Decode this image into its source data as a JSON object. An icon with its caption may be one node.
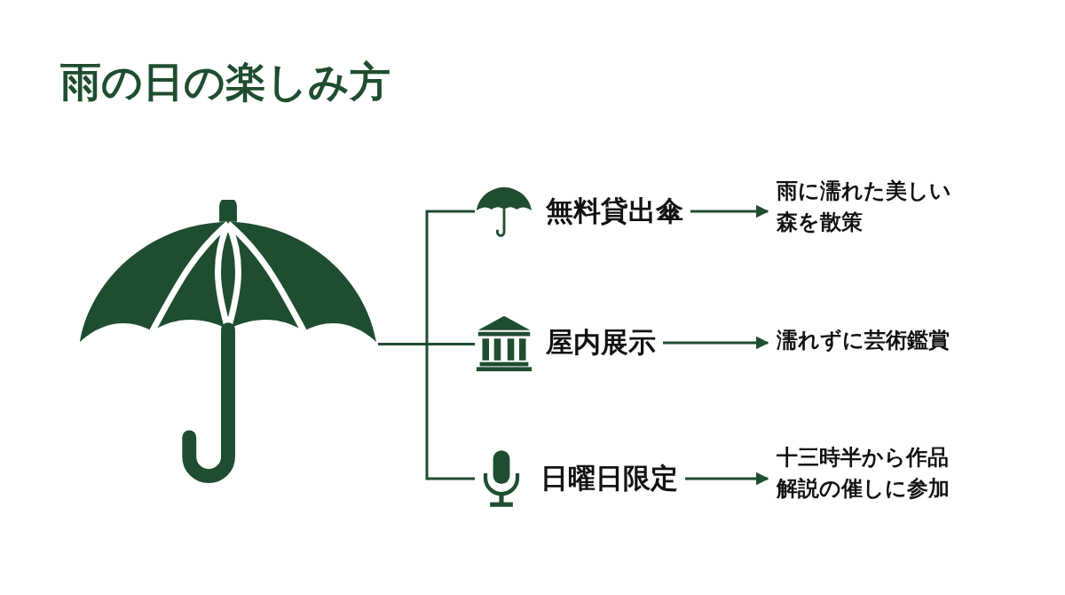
{
  "diagram": {
    "title": "雨の日の楽しみ方",
    "nodes": [
      {
        "text": [],
        "shape": "picture"
      },
      {
        "text": [
          "無料貸出傘"
        ]
      },
      {
        "text": [
          "屋内展示"
        ]
      },
      {
        "text": [
          "日曜日限定"
        ]
      },
      {
        "text": [
          "雨に濡れた美しい森を散策"
        ]
      },
      {
        "text": [
          "濡れずに芸術鑑賞"
        ]
      },
      {
        "text": [
          "十三時半から作品解説の催しに参加"
        ]
      }
    ],
    "edges": [
      {
        "from": 0,
        "to": 1,
        "arrow": "none"
      },
      {
        "from": 0,
        "to": 2,
        "arrow": "none"
      },
      {
        "from": 0,
        "to": 3,
        "arrow": "none"
      },
      {
        "from": 1,
        "to": 4,
        "arrow": "to"
      },
      {
        "from": 2,
        "to": 5,
        "arrow": "to"
      },
      {
        "from": 3,
        "to": 6,
        "arrow": "to"
      }
    ]
  }
}
